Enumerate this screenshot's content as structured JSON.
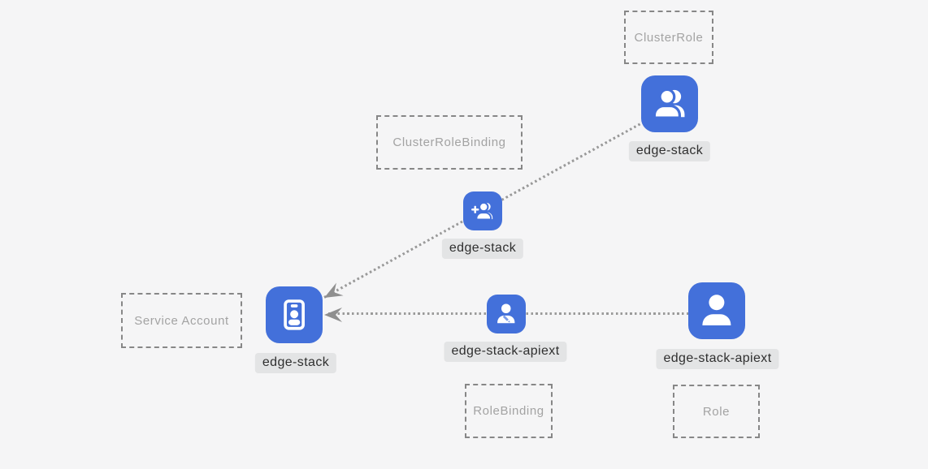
{
  "colors": {
    "canvas_bg": "#f5f5f6",
    "icon_blue": "#4370da",
    "line_gray": "#9a9a9a",
    "label_bg": "#e3e4e5",
    "label_text": "#2f2f2f",
    "box_border": "#878787",
    "box_text": "#a3a3a3"
  },
  "diagram": {
    "type_labels": {
      "cluster_role": "ClusterRole",
      "cluster_role_binding": "ClusterRoleBinding",
      "service_account": "Service Account",
      "role_binding": "RoleBinding",
      "role": "Role"
    },
    "nodes": {
      "cluster_role_node": {
        "label": "edge-stack",
        "icon": "users-icon"
      },
      "cluster_role_binding_node": {
        "label": "edge-stack",
        "icon": "person-add-icon"
      },
      "service_account_node": {
        "label": "edge-stack",
        "icon": "id-badge-icon"
      },
      "role_binding_node": {
        "label": "edge-stack-apiext",
        "icon": "person-edit-icon"
      },
      "role_node": {
        "label": "edge-stack-apiext",
        "icon": "person-icon"
      }
    },
    "edges": [
      {
        "from": "cluster_role_node",
        "through": "cluster_role_binding_node",
        "to": "service_account_node",
        "style": "dotted-arrow"
      },
      {
        "from": "role_node",
        "through": "role_binding_node",
        "to": "service_account_node",
        "style": "dotted-arrow"
      }
    ]
  }
}
